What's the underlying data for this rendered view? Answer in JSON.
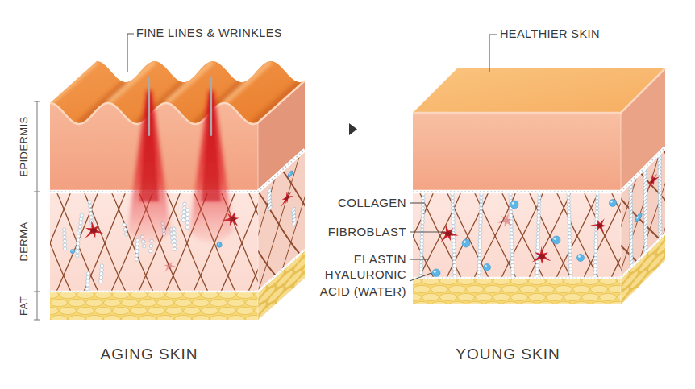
{
  "diagram": {
    "labels": [
      "FINE LINES & WRINKLES",
      "HEALTHIER SKIN",
      "EPIDERMIS",
      "DERMA",
      "FAT",
      "COLLAGEN",
      "FIBROBLAST",
      "ELASTIN",
      "HYALURONIC ACID (WATER)",
      "AGING SKIN",
      "YOUNG SKIN"
    ]
  }
}
